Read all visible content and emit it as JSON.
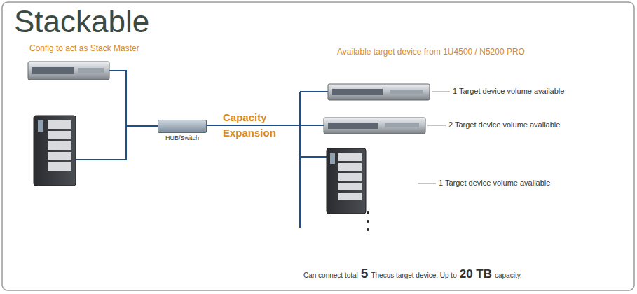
{
  "diagram": {
    "title": "Stackable",
    "nodes": [
      {
        "text": [
          "HUB/Switch"
        ]
      }
    ],
    "labels": [
      "Config to act as Stack Master",
      "Capacity Expansion",
      "Available target device from 1U4500 / N5200 PRO",
      "1 Target device volume available",
      "2 Target device volume available",
      "1 Target device volume available",
      "Can connect total",
      "5",
      "Thecus target device. Up to",
      "20 TB",
      "capacity."
    ]
  }
}
